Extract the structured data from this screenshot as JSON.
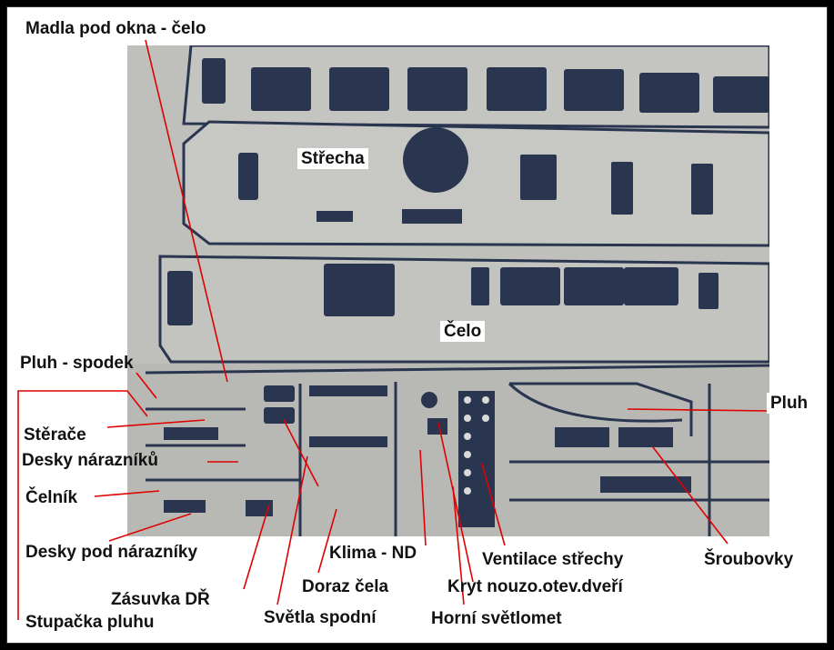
{
  "labels": {
    "madla": "Madla pod okna - čelo",
    "strecha": "Střecha",
    "celo": "Čelo",
    "pluh_spodek": "Pluh - spodek",
    "pluh": "Pluh",
    "sterace": "Stěrače",
    "desky_narazniku": "Desky nárazníků",
    "celnik": "Čelník",
    "desky_pod": "Desky pod nárazníky",
    "zasuvka": "Zásuvka DŘ",
    "stupacka": "Stupačka pluhu",
    "klima": "Klima - ND",
    "doraz": "Doraz čela",
    "svetla": "Světla spodní",
    "ventilace": "Ventilace střechy",
    "kryt": "Kryt nouzo.otev.dveří",
    "horni": "Horní světlomet",
    "sroubovky": "Šroubovky"
  },
  "colors": {
    "frame": "#000000",
    "leader_line": "#e00000",
    "metal": "#b9bab6",
    "cutout": "#2a3550"
  }
}
